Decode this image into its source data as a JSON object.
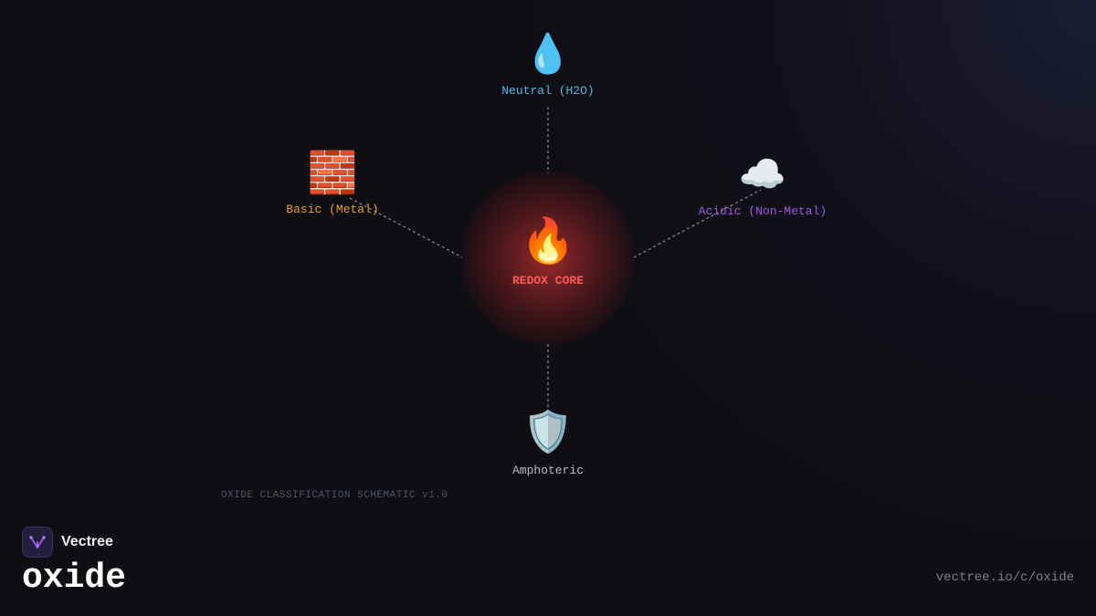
{
  "diagram": {
    "center": {
      "label": "REDOX CORE",
      "icon": "fire-icon",
      "color": "#ff5a5a"
    },
    "nodes": [
      {
        "id": "neutral",
        "label": "Neutral (H2O)",
        "icon": "water-drop-icon",
        "color": "#5ab8e8"
      },
      {
        "id": "basic",
        "label": "Basic (Metal)",
        "icon": "brick-icon",
        "color": "#e8a030"
      },
      {
        "id": "acidic",
        "label": "Acidic (Non-Metal)",
        "icon": "cloud-icon",
        "color": "#a255e0"
      },
      {
        "id": "amphoteric",
        "label": "Amphoteric",
        "icon": "shield-icon",
        "color": "#b8bcc8"
      }
    ],
    "caption": "OXIDE CLASSIFICATION SCHEMATIC v1.0"
  },
  "brand": {
    "name": "Vectree",
    "product": "oxide",
    "url": "vectree.io/c/oxide",
    "logo_icon": "vectree-logo-icon"
  }
}
